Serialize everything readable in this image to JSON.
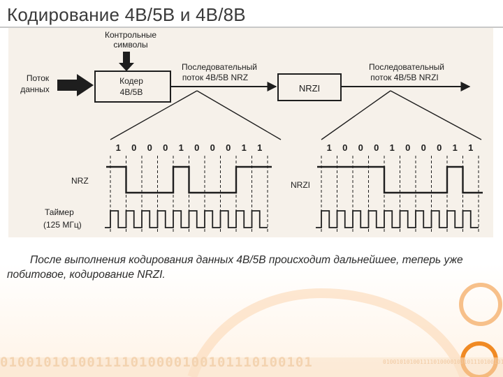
{
  "slide": {
    "title": "Кодирование 4В/5В и 4В/8В",
    "caption": "После выполнения кодирования данных 4В/5В происходит дальнейшее, теперь уже побитовое, кодирование NRZI."
  },
  "diagram": {
    "control_symbols": [
      "Контрольные",
      "символы"
    ],
    "input_stream": [
      "Поток",
      "данных"
    ],
    "coder_box": [
      "Кодер",
      "4В/5В"
    ],
    "nrz_stream": [
      "Последовательный",
      "поток 4В/5В NRZ"
    ],
    "nrzi_box": "NRZI",
    "nrzi_stream": [
      "Последовательный",
      "поток 4В/5В NRZI"
    ],
    "bits": [
      "1",
      "0",
      "0",
      "0",
      "1",
      "0",
      "0",
      "0",
      "1",
      "1"
    ],
    "nrz_label": "NRZ",
    "nrzi_label": "NRZI",
    "timer_label": [
      "Таймер",
      "(125 МГц)"
    ]
  },
  "decoration": {
    "binary_large": "010010101001111010000100101110100101",
    "binary_small": "0100101010011110100001001011101001010"
  },
  "colors": {
    "title": "#3a3a3a",
    "accent_orange": "#f08a24",
    "accent_light": "#f7c08a",
    "figure_bg": "#f6f1ea",
    "ink": "#1e1e1e"
  }
}
